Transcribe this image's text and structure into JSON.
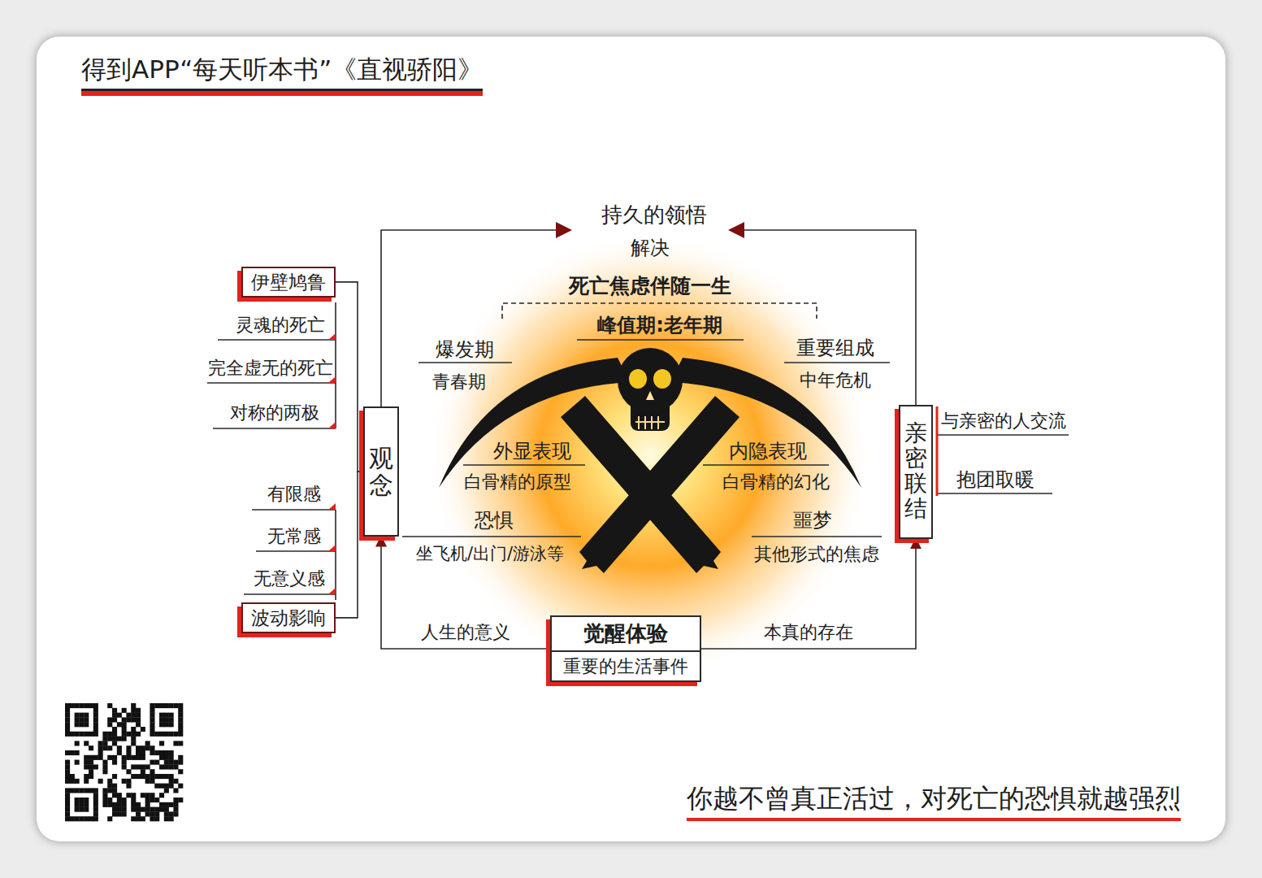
{
  "diagram": {
    "title": "得到APP“每天听本书”《直视骄阳》",
    "caption": "你越不曾真正活过，对死亡的恐惧就越强烈",
    "nodes": [
      {
        "text": [
          "伊壁鸠鲁"
        ]
      },
      {
        "text": [
          "波动影响"
        ]
      },
      {
        "text": [
          "观念"
        ]
      },
      {
        "text": [
          "觉醒体验",
          "重要的生活事件"
        ]
      },
      {
        "text": [
          "亲密联结"
        ]
      }
    ],
    "edges": [
      {
        "from": 0,
        "to": 2,
        "arrow": "none"
      },
      {
        "from": 1,
        "to": 2,
        "arrow": "none"
      },
      {
        "from": 3,
        "to": 2,
        "label": "人生的意义",
        "arrow": "to"
      },
      {
        "from": 3,
        "to": 4,
        "label": "本真的存在",
        "arrow": "to"
      }
    ],
    "labels": [
      "持久的领悟",
      "解决",
      "死亡焦虑伴随一生",
      "峰值期:老年期",
      "爆发期",
      "青春期",
      "重要组成",
      "中年危机",
      "外显表现",
      "白骨精的原型",
      "内隐表现",
      "白骨精的幻化",
      "恐惧",
      "坐飞机/出门/游泳等",
      "噩梦",
      "其他形式的焦虑",
      "灵魂的死亡",
      "完全虚无的死亡",
      "对称的两极",
      "有限感",
      "无常感",
      "无意义感",
      "与亲密的人交流",
      "抱团取暖"
    ]
  }
}
